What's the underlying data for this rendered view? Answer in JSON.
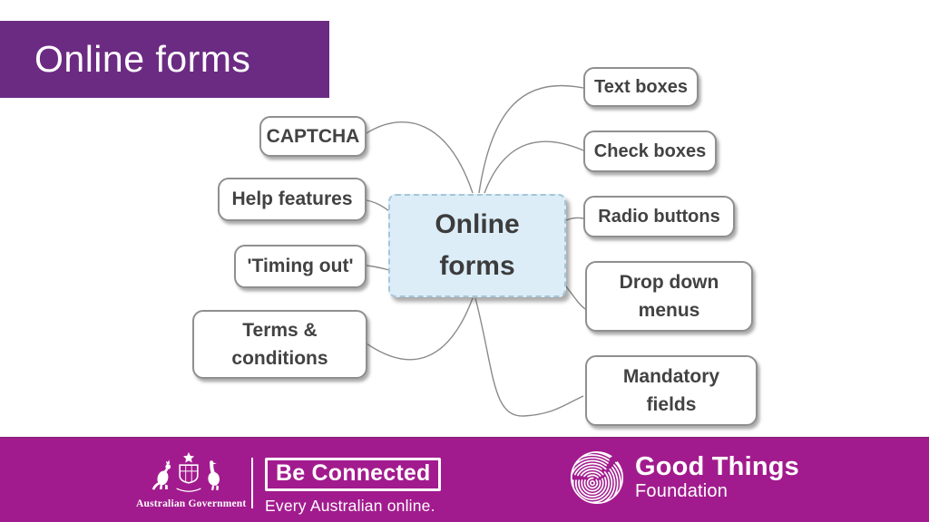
{
  "slide": {
    "title": "Online forms"
  },
  "mindmap": {
    "center": {
      "label": "Online forms"
    },
    "left_nodes": [
      {
        "id": "captcha",
        "label": "CAPTCHA"
      },
      {
        "id": "help-features",
        "label": "Help features"
      },
      {
        "id": "timing-out",
        "label": "'Timing out'"
      },
      {
        "id": "terms-conditions",
        "label": "Terms & conditions"
      }
    ],
    "right_nodes": [
      {
        "id": "text-boxes",
        "label": "Text boxes"
      },
      {
        "id": "check-boxes",
        "label": "Check boxes"
      },
      {
        "id": "radio-buttons",
        "label": "Radio buttons"
      },
      {
        "id": "drop-down-menus",
        "label": "Drop down menus"
      },
      {
        "id": "mandatory-fields",
        "label": "Mandatory fields"
      }
    ]
  },
  "footer": {
    "government": {
      "label": "Australian Government",
      "icon": "australian-coat-of-arms"
    },
    "be_connected": {
      "title": "Be Connected",
      "tagline": "Every Australian online."
    },
    "good_things": {
      "title": "Good Things",
      "subtitle": "Foundation",
      "icon": "fingerprint"
    }
  },
  "colors": {
    "title_bar_purple": "#6C2B82",
    "footer_magenta": "#A21B8E",
    "center_node_fill": "#DCEDF8",
    "center_node_border": "#A5C6D8",
    "node_border": "#8F8F8F",
    "node_text": "#424242",
    "connector_gray": "#8A8A8A",
    "text_white": "#FFFFFF"
  }
}
